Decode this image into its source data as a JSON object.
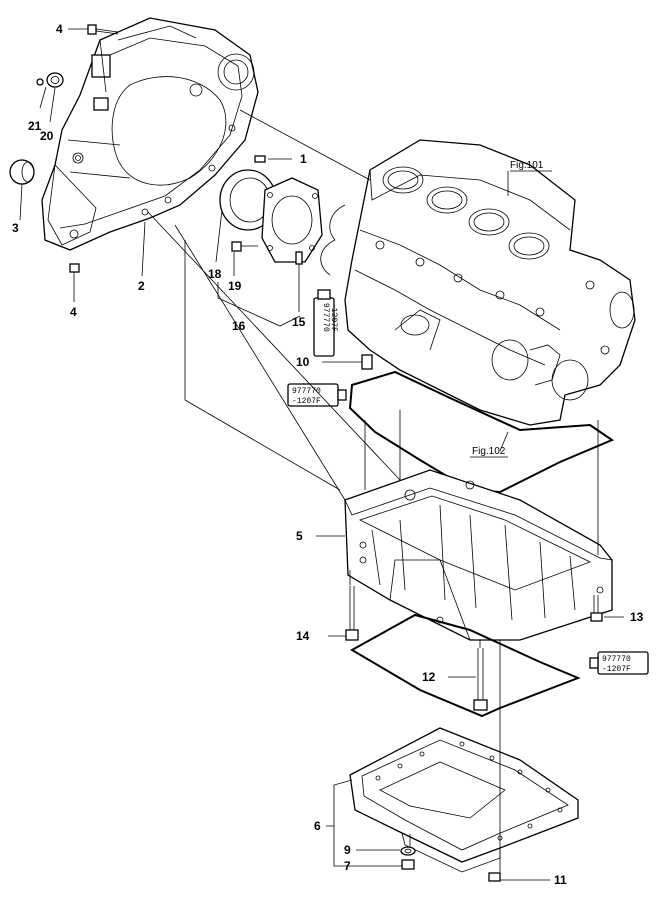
{
  "diagram": {
    "callouts": [
      {
        "id": "1",
        "text": "1"
      },
      {
        "id": "2",
        "text": "2"
      },
      {
        "id": "3",
        "text": "3"
      },
      {
        "id": "4a",
        "text": "4"
      },
      {
        "id": "4b",
        "text": "4"
      },
      {
        "id": "5",
        "text": "5"
      },
      {
        "id": "6",
        "text": "6"
      },
      {
        "id": "7",
        "text": "7"
      },
      {
        "id": "9",
        "text": "9"
      },
      {
        "id": "10",
        "text": "10"
      },
      {
        "id": "11",
        "text": "11"
      },
      {
        "id": "12",
        "text": "12"
      },
      {
        "id": "13",
        "text": "13"
      },
      {
        "id": "14",
        "text": "14"
      },
      {
        "id": "15",
        "text": "15"
      },
      {
        "id": "16",
        "text": "16"
      },
      {
        "id": "18",
        "text": "18"
      },
      {
        "id": "19",
        "text": "19"
      },
      {
        "id": "20",
        "text": "20"
      },
      {
        "id": "21",
        "text": "21"
      }
    ],
    "figure_refs": {
      "block": "Fig.101",
      "oil_pan_gasket": "Fig.102"
    },
    "sealant_tube": {
      "line1": "977770",
      "line2": "-1207F"
    }
  }
}
